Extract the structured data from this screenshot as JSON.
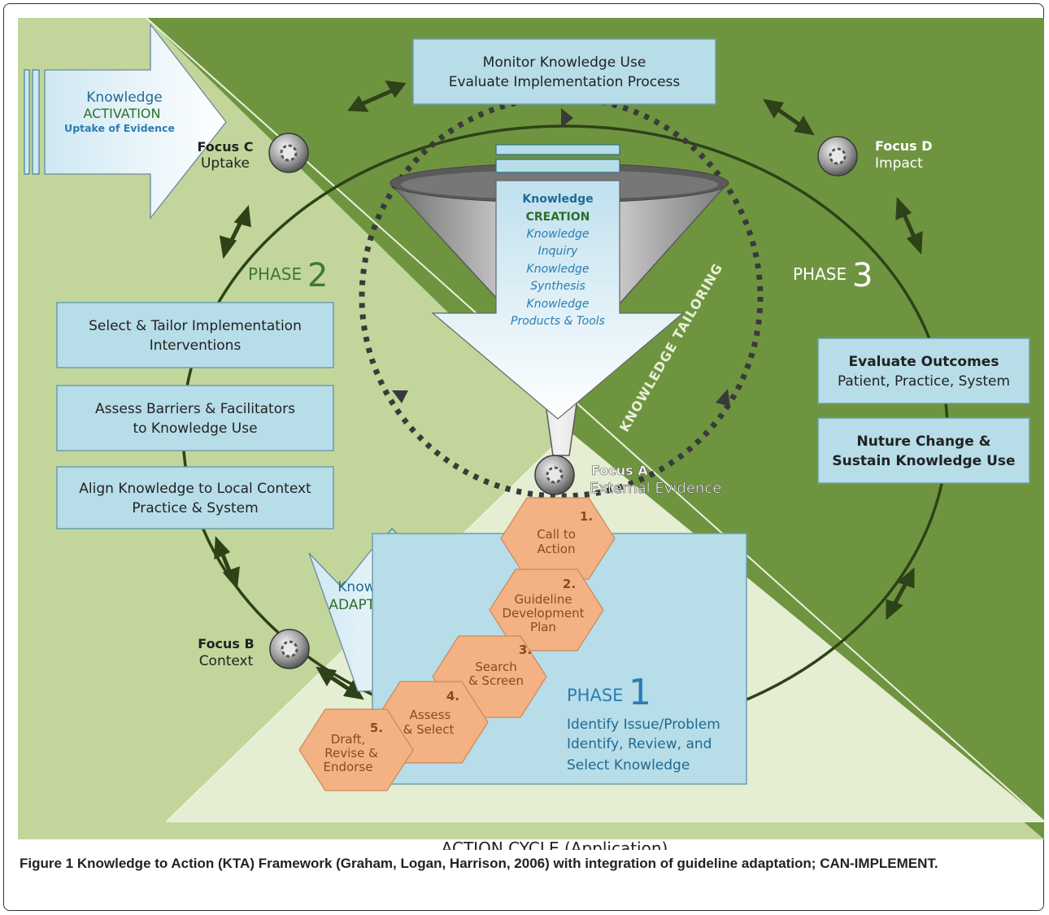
{
  "boxes": {
    "monitor_1": "Monitor Knowledge Use",
    "monitor_2": "Evaluate Implementation Process",
    "select_1": "Select & Tailor Implementation",
    "select_2": "Interventions",
    "assess_1": "Assess Barriers & Facilitators",
    "assess_2": "to Knowledge Use",
    "align_1": "Align Knowledge to Local Context",
    "align_2": "Practice & System",
    "eval_1": "Evaluate Outcomes",
    "eval_2": "Patient, Practice, System",
    "nurture_1": "Nuture Change &",
    "nurture_2": "Sustain Knowledge Use"
  },
  "activation": {
    "line1": "Knowledge",
    "line2": "ACTIVATION",
    "line3": "Uptake of Evidence"
  },
  "adaptation": {
    "line1": "Knowledge",
    "line2": "ADAPTATION"
  },
  "creation": {
    "line1": "Knowledge",
    "line2": "CREATION",
    "line3": "Knowledge",
    "line4": "Inquiry",
    "line5": "Knowledge",
    "line6": "Synthesis",
    "line7": "Knowledge",
    "line8": "Products & Tools"
  },
  "tailoring": "KNOWLEDGE TAILORING",
  "foci": {
    "c_title": "Focus C",
    "c_sub": "Uptake",
    "d_title": "Focus D",
    "d_sub": "Impact",
    "a_title": "Focus A",
    "a_sub": "External Evidence",
    "b_title": "Focus B",
    "b_sub": "Context"
  },
  "phases": {
    "p2_word": "PHASE",
    "p2_num": "2",
    "p3_word": "PHASE",
    "p3_num": "3",
    "p1_word": "PHASE",
    "p1_num": "1",
    "p1_desc1": "Identify Issue/Problem",
    "p1_desc2": "Identify, Review, and",
    "p1_desc3": "Select Knowledge"
  },
  "steps": {
    "s1_num": "1.",
    "s1_a": "Call to",
    "s1_b": "Action",
    "s2_num": "2.",
    "s2_a": "Guideline",
    "s2_b": "Development",
    "s2_c": "Plan",
    "s3_num": "3.",
    "s3_a": "Search",
    "s3_b": "& Screen",
    "s4_num": "4.",
    "s4_a": "Assess",
    "s4_b": "& Select",
    "s5_num": "5.",
    "s5_a": "Draft,",
    "s5_b": "Revise &",
    "s5_c": "Endorse"
  },
  "action_cycle": "ACTION CYCLE (Application)",
  "caption": {
    "label": "Figure 1",
    "text": " Knowledge to Action (KTA) Framework (Graham, Logan, Harrison, 2006) with integration of guideline adaptation; CAN-IMPLEMENT."
  },
  "colors": {
    "dark_green": "#6f9440",
    "light_green": "#c2d69b",
    "pale_green": "#e5edd2",
    "box_blue": "#b7dde8",
    "hex_orange": "#f4b183",
    "hex_text": "#8a4a20"
  }
}
